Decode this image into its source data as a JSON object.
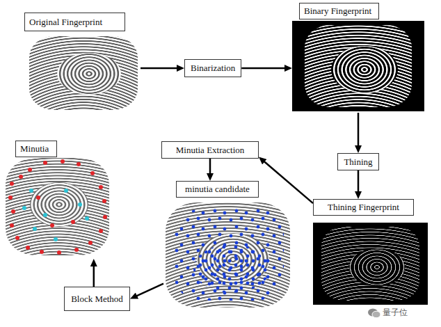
{
  "diagram": {
    "nodes": [
      {
        "text": [
          "Original Fingerprint"
        ]
      },
      {
        "text": [
          "Binarization"
        ]
      },
      {
        "text": [
          "Binary Fingerprint"
        ]
      },
      {
        "text": [
          "Thining"
        ]
      },
      {
        "text": [
          "Thining Fingerprint"
        ]
      },
      {
        "text": [
          "Minutia Extraction"
        ]
      },
      {
        "text": [
          "minutia candidate"
        ]
      },
      {
        "text": [
          "Block Method"
        ]
      },
      {
        "text": [
          "Minutia"
        ]
      }
    ],
    "edges": [
      {
        "from": 0,
        "to": 1,
        "arrow": "to"
      },
      {
        "from": 1,
        "to": 2,
        "arrow": "to"
      },
      {
        "from": 2,
        "to": 3,
        "arrow": "to"
      },
      {
        "from": 3,
        "to": 4,
        "arrow": "to"
      },
      {
        "from": 4,
        "to": 5,
        "arrow": "to"
      },
      {
        "from": 5,
        "to": 6,
        "arrow": "to"
      },
      {
        "from": 6,
        "to": 7,
        "arrow": "to"
      },
      {
        "from": 7,
        "to": 8,
        "arrow": "to"
      }
    ],
    "labels": [
      "量子位"
    ]
  }
}
